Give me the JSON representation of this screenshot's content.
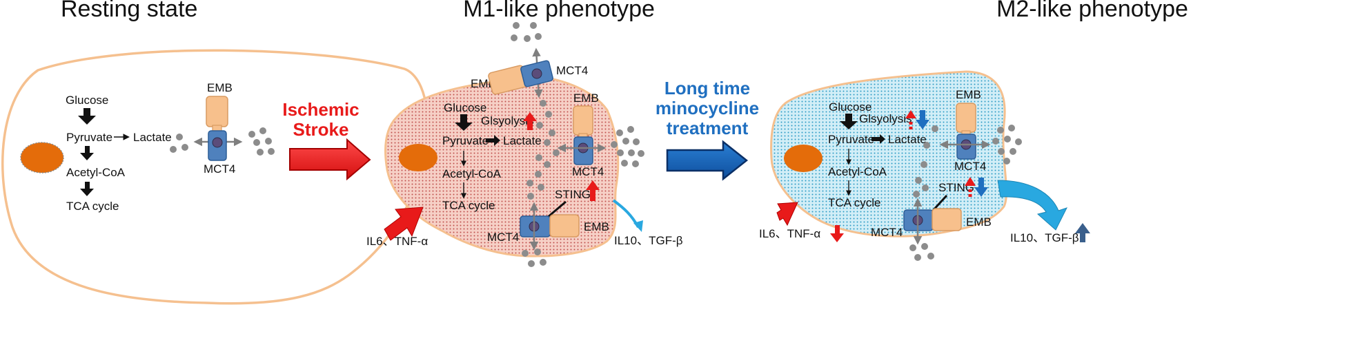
{
  "panels": {
    "resting": {
      "title": "Resting state",
      "glucose": "Glucose",
      "pyruvate": "Pyruvate",
      "lactate": "Lactate",
      "acetyl": "Acetyl-CoA",
      "tca": "TCA cycle",
      "emb": "EMB",
      "mct4": "MCT4"
    },
    "m1": {
      "title": "M1-like phenotype",
      "glucose": "Glucose",
      "glycolysis": "Glsyolysis",
      "pyruvate": "Pyruvate",
      "lactate": "Lactate",
      "acetyl": "Acetyl-CoA",
      "tca": "TCA cycle",
      "emb_top": "EMB",
      "mct4_top": "MCT4",
      "emb_right": "EMB",
      "mct4_right": "MCT4",
      "sting": "STING",
      "emb_bottom": "EMB",
      "mct4_bottom": "MCT4",
      "il6": "IL6、TNF-α",
      "il10": "IL10、TGF-β"
    },
    "m2": {
      "title": "M2-like phenotype",
      "glucose": "Glucose",
      "glycolysis": "Glsyolysis",
      "pyruvate": "Pyruvate",
      "lactate": "Lactate",
      "acetyl": "Acetyl-CoA",
      "tca": "TCA cycle",
      "emb_right": "EMB",
      "mct4_right": "MCT4",
      "sting": "STING",
      "emb_bottom": "EMB",
      "mct4_bottom": "MCT4",
      "il6": "IL6、TNF-α",
      "il10": "IL10、TGF-β"
    }
  },
  "transitions": {
    "stroke_line1": "Ischemic",
    "stroke_line2": "Stroke",
    "mino_line1": "Long time",
    "mino_line2": "minocycline",
    "mino_line3": "treatment"
  },
  "colors": {
    "membrane": "#f5c08f",
    "nucleus": "#e46c0a",
    "emb": "#f7c08c",
    "mct4": "#4f81bd",
    "m1_fill": "#f2b8a8",
    "m2_fill": "#bfe6f2",
    "stroke_red": "#e81a1a",
    "treatment_blue": "#1f6fc0",
    "lactate_dot": "#8c8c8c",
    "up_arrow_red": "#e81a1a",
    "down_arrow_blue": "#1f6fc0",
    "up_arrow_navy": "#3a5f8c",
    "il10_arrow": "#29a8e0"
  }
}
